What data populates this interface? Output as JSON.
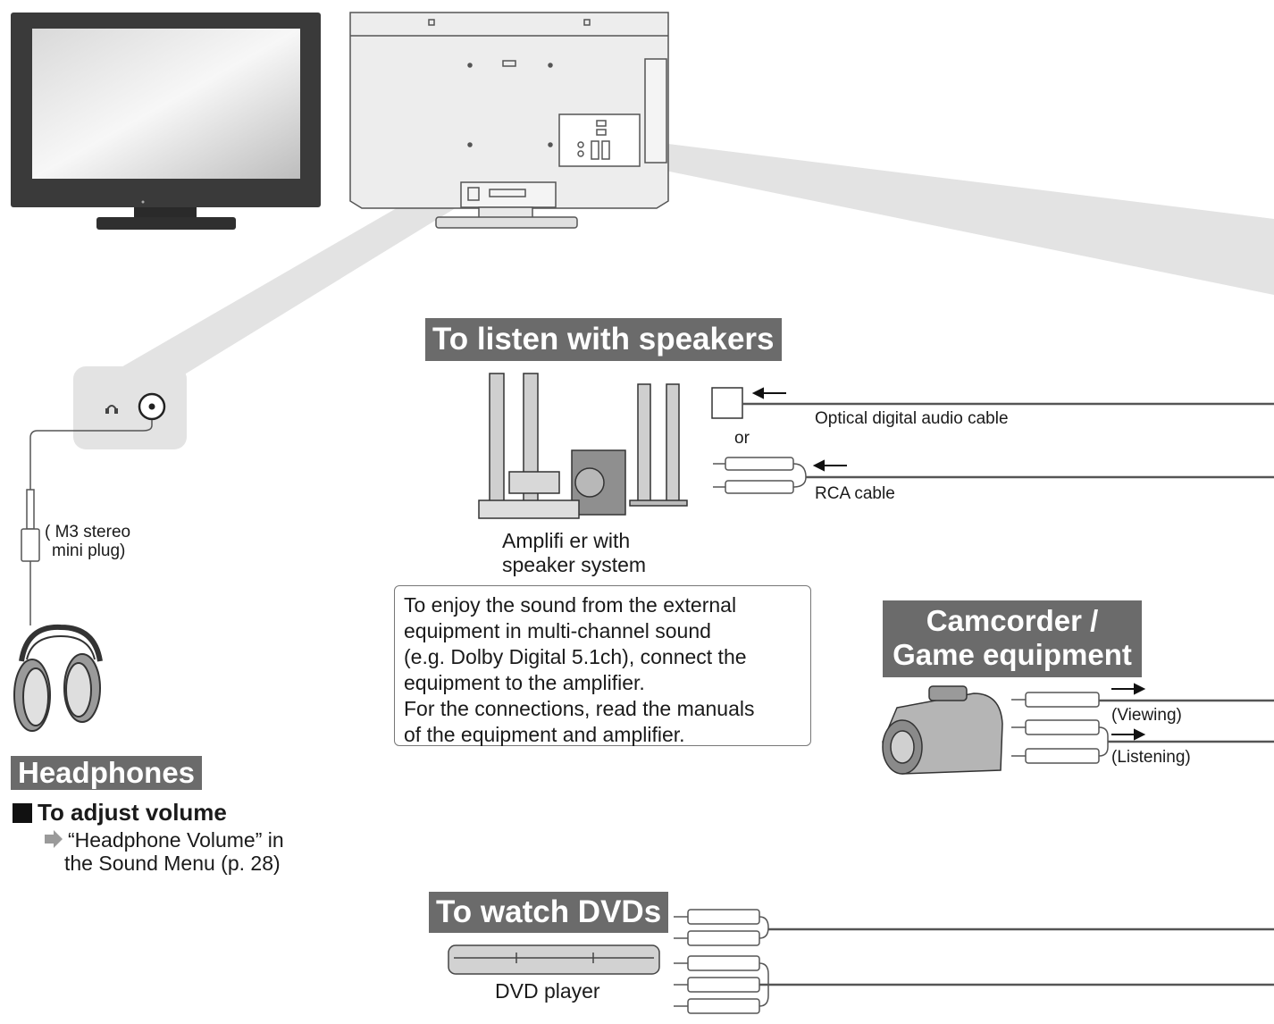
{
  "banners": {
    "speakers": "To listen with speakers",
    "camcorder_line1": "Camcorder /",
    "camcorder_line2": "Game equipment",
    "dvd": "To watch DVDs",
    "headphones": "Headphones"
  },
  "labels": {
    "optical_cable": "Optical digital audio cable",
    "or": "or",
    "rca_cable": "RCA cable",
    "amplifier_line1": "Amplifi er with",
    "amplifier_line2": "speaker system",
    "viewing": "(Viewing)",
    "listening": "(Listening)",
    "dvd_player": "DVD player",
    "plug_line1": "( M3 stereo",
    "plug_line2": "mini plug)"
  },
  "note": {
    "lines": [
      "To enjoy the sound from the external",
      "equipment in multi-channel sound",
      "(e.g. Dolby Digital 5.1ch), connect the",
      "equipment to the amplifier.",
      "For the connections, read the manuals",
      "of the equipment and amplifier."
    ]
  },
  "volume": {
    "heading": "To adjust volume",
    "line1": "“Headphone Volume” in",
    "line2": "the Sound Menu (p. 28)"
  }
}
